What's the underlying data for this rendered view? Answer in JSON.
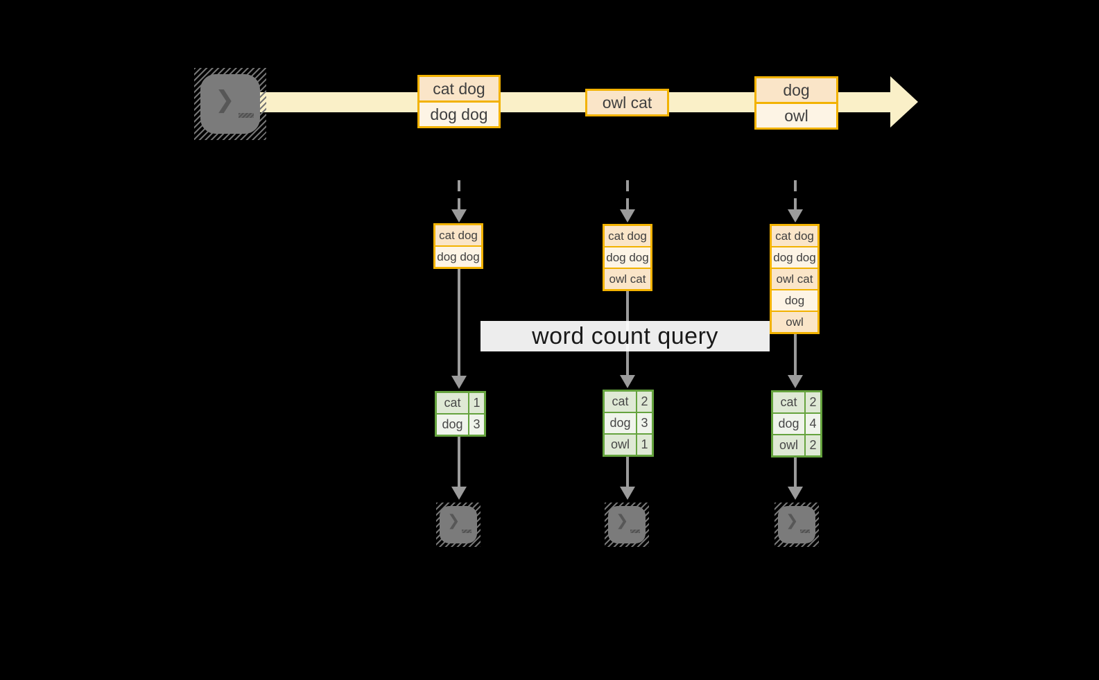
{
  "title": {
    "label": "word count query"
  },
  "stream": {
    "events": [
      {
        "lines": [
          "cat dog",
          "dog dog"
        ]
      },
      {
        "lines": [
          "owl cat"
        ]
      },
      {
        "lines": [
          "dog",
          "owl"
        ]
      }
    ]
  },
  "workers": [
    {
      "input": [
        "cat dog",
        "dog dog"
      ],
      "counts": [
        {
          "word": "cat",
          "count": "1"
        },
        {
          "word": "dog",
          "count": "3"
        }
      ]
    },
    {
      "input": [
        "cat dog",
        "dog dog",
        "owl cat"
      ],
      "counts": [
        {
          "word": "cat",
          "count": "2"
        },
        {
          "word": "dog",
          "count": "3"
        },
        {
          "word": "owl",
          "count": "1"
        }
      ]
    },
    {
      "input": [
        "cat dog",
        "dog dog",
        "owl cat",
        "dog",
        "owl"
      ],
      "counts": [
        {
          "word": "cat",
          "count": "2"
        },
        {
          "word": "dog",
          "count": "4"
        },
        {
          "word": "owl",
          "count": "2"
        }
      ]
    }
  ],
  "icons": {
    "source": "terminal-icon",
    "outputs": [
      "terminal-icon",
      "terminal-icon",
      "terminal-icon"
    ],
    "prompt_glyph": "❯"
  },
  "colors": {
    "background": "#000000",
    "stream_band": "#FAF0C8",
    "box_border": "#F2B200",
    "box_fill_peach": "#FAE5C8",
    "box_fill_cream": "#FDF4E5",
    "table_border": "#65A33E",
    "table_fill_sage": "#DFE9D5",
    "table_fill_light": "#F0F4EC",
    "arrow_gray": "#9B9B9B",
    "terminal_gray": "#7B7B7B"
  }
}
